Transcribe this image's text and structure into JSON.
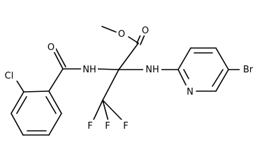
{
  "molecule": {
    "atoms": {
      "ester_o": "O",
      "carbonyl_o_ester": "O",
      "carbonyl_o_amide": "O",
      "amide_nh": "NH",
      "amine_nh": "NH",
      "chloro": "Cl",
      "fluoro_1": "F",
      "fluoro_2": "F",
      "fluoro_3": "F",
      "bromo": "Br",
      "pyridine_n": "N"
    }
  }
}
